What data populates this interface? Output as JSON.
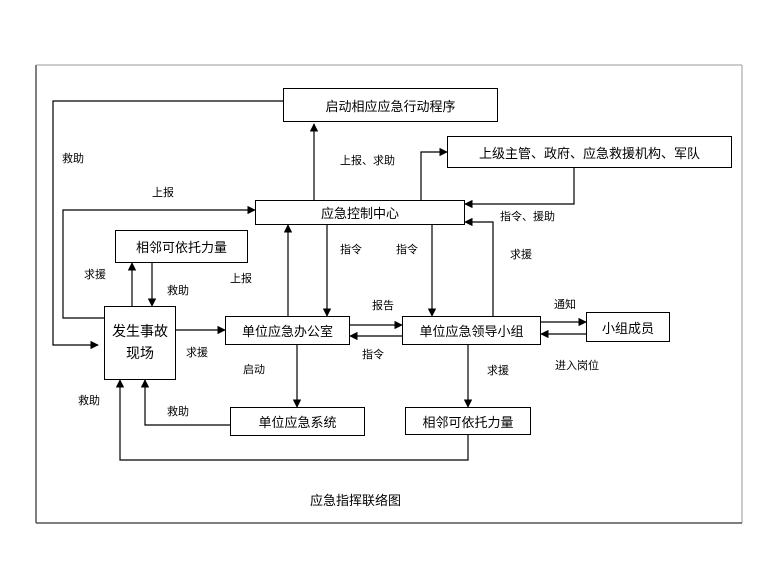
{
  "diagram": {
    "caption": "应急指挥联络图",
    "nodes": {
      "start_program": "启动相应应急行动程序",
      "superiors": "上级主管、政府、应急救援机构、军队",
      "control_center": "应急控制中心",
      "neighbor_top": "相邻可依托力量",
      "accident_site_line1": "发生事故",
      "accident_site_line2": "现场",
      "unit_office": "单位应急办公室",
      "unit_leader": "单位应急领导小组",
      "group_members": "小组成员",
      "unit_system": "单位应急系统",
      "neighbor_bottom": "相邻可依托力量"
    },
    "edge_labels": {
      "rescue_1": "救助",
      "report_up": "上报",
      "report_seek": "上报、求助",
      "command_aid": "指令、援助",
      "command_1": "指令",
      "command_2": "指令",
      "seek_aid_1": "求援",
      "seek_help": "求援",
      "rescue_2": "救助",
      "report_up_2": "上报",
      "report": "报告",
      "notify": "通知",
      "seek_aid_2": "求援",
      "command_3": "指令",
      "enter_post": "进入岗位",
      "start": "启动",
      "seek_aid_3": "求援",
      "rescue_3": "救助",
      "rescue_4": "救助"
    }
  }
}
